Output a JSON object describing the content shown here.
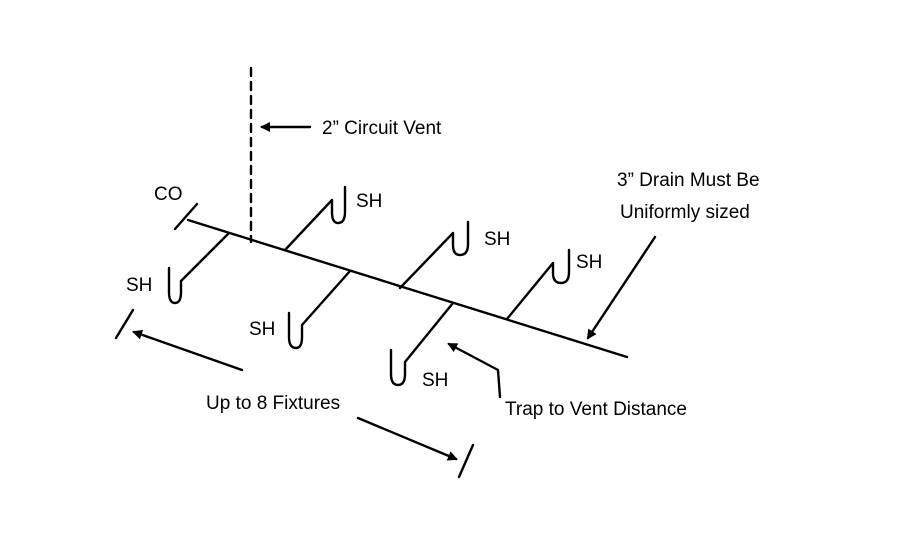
{
  "diagram": {
    "labels": {
      "circuit_vent": "2” Circuit Vent",
      "drain_line1": "3” Drain Must Be",
      "drain_line2": "Uniformly sized",
      "cleanout": "CO",
      "fixtures": "Up to 8 Fixtures",
      "trap_distance": "Trap to Vent Distance"
    },
    "fixtures": [
      {
        "label": "SH",
        "side": "below"
      },
      {
        "label": "SH",
        "side": "above"
      },
      {
        "label": "SH",
        "side": "below"
      },
      {
        "label": "SH",
        "side": "above"
      },
      {
        "label": "SH",
        "side": "below"
      },
      {
        "label": "SH",
        "side": "above"
      }
    ],
    "colors": {
      "line": "#000000",
      "background": "#ffffff"
    }
  }
}
